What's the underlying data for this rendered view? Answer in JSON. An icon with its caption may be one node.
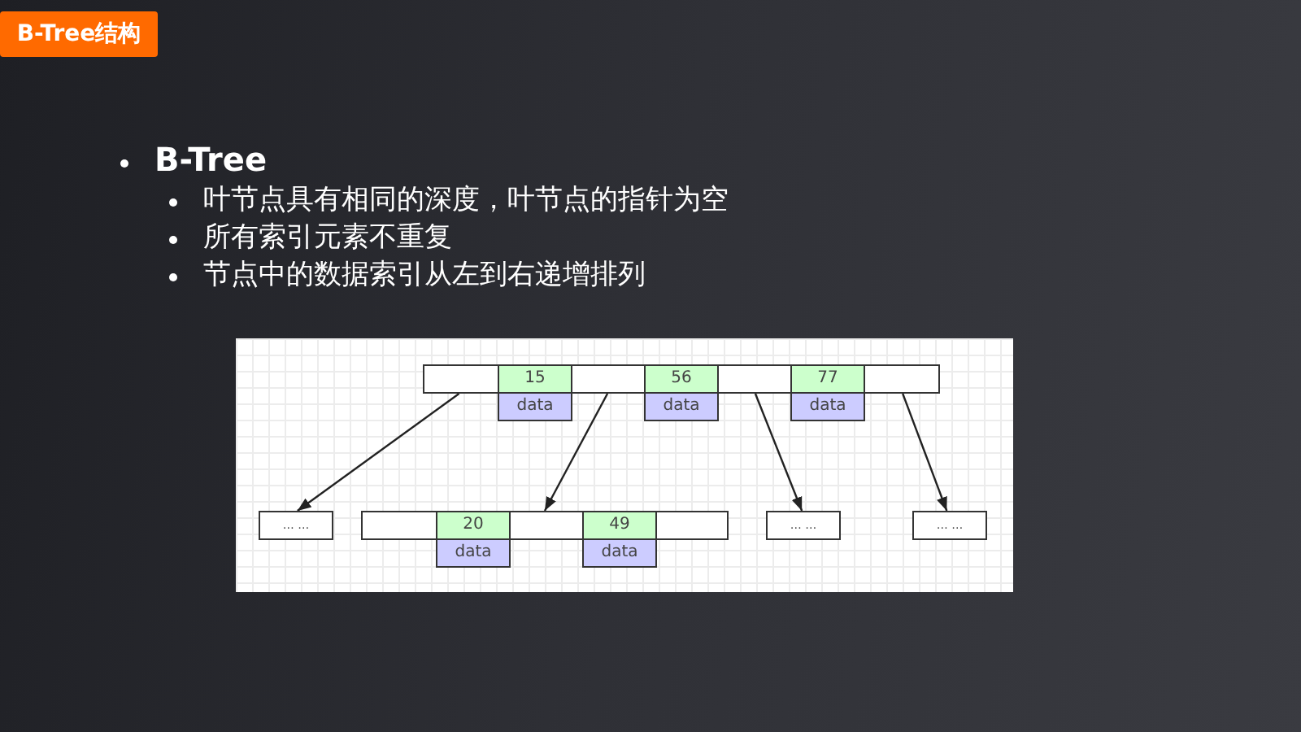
{
  "diagram": {
    "title": "B-Tree结构",
    "nodes": [
      {
        "text": [],
        "shape": "box"
      },
      {
        "text": [
          "15"
        ],
        "in": 0
      },
      {
        "text": [
          "data"
        ]
      },
      {
        "text": [
          "56"
        ],
        "in": 0
      },
      {
        "text": [
          "data"
        ]
      },
      {
        "text": [
          "77"
        ],
        "in": 0
      },
      {
        "text": [
          "data"
        ]
      },
      {
        "text": [
          "… …"
        ]
      },
      {
        "text": [],
        "shape": "box"
      },
      {
        "text": [
          "20"
        ],
        "in": 8
      },
      {
        "text": [
          "data"
        ]
      },
      {
        "text": [
          "49"
        ],
        "in": 8
      },
      {
        "text": [
          "data"
        ]
      },
      {
        "text": [
          "… …"
        ]
      },
      {
        "text": [
          "… …"
        ]
      }
    ],
    "edges": [
      {
        "from": 0,
        "to": 7,
        "arrow": "to"
      },
      {
        "from": 0,
        "to": 8,
        "arrow": "to"
      },
      {
        "from": 0,
        "to": 13,
        "arrow": "to"
      },
      {
        "from": 0,
        "to": 14,
        "arrow": "to"
      }
    ],
    "labels": [
      "B-Tree",
      "叶节点具有相同的深度，叶节点的指针为空",
      "所有索引元素不重复",
      "节点中的数据索引从左到右递增排列"
    ]
  }
}
